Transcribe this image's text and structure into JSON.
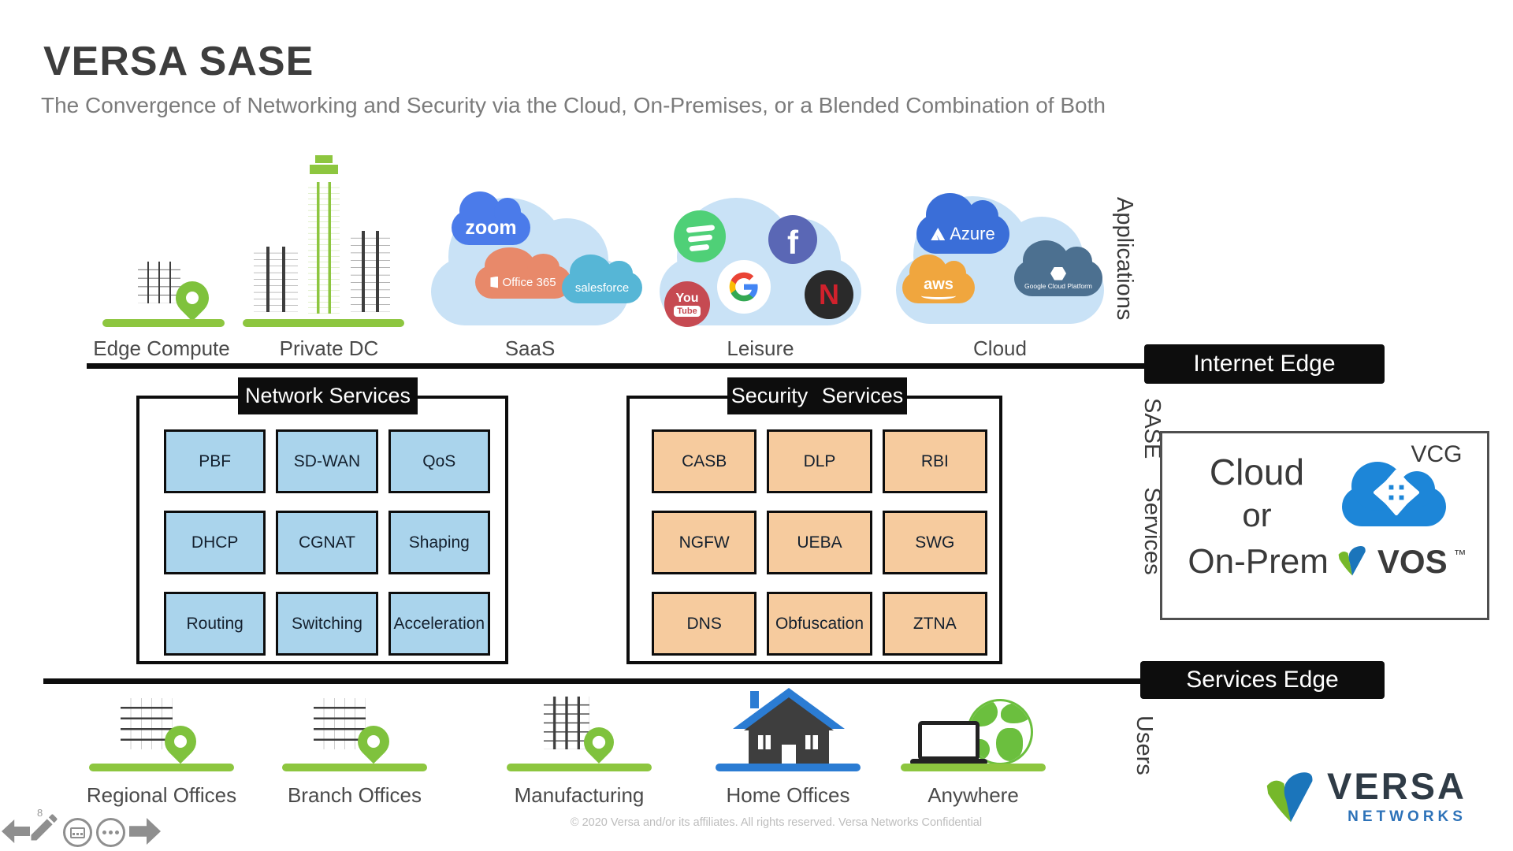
{
  "slide": {
    "title": "VERSA SASE",
    "subtitle": "The Convergence of Networking and Security via the Cloud, On-Premises, or a Blended Combination of Both",
    "footer": "© 2020  Versa and/or its affiliates. All rights reserved. Versa Networks Confidential",
    "page_number": "8"
  },
  "axes": {
    "applications": "Applications",
    "sase_services": "SASE Services",
    "users": "Users"
  },
  "edges": {
    "internet": "Internet Edge",
    "services": "Services Edge"
  },
  "applications": {
    "items": [
      {
        "label": "Edge Compute",
        "icon": "office-building-with-pin"
      },
      {
        "label": "Private DC",
        "icon": "datacenter-buildings"
      },
      {
        "label": "SaaS",
        "icon": "cloud",
        "logos": {
          "zoom": "zoom",
          "office365": "Office 365",
          "salesforce": "salesforce"
        }
      },
      {
        "label": "Leisure",
        "icon": "cloud",
        "logo_icons": [
          "spotify",
          "youtube",
          "google",
          "facebook",
          "netflix"
        ],
        "logos": {
          "youtube_top": "You",
          "youtube_bottom": "Tube",
          "facebook": "f",
          "netflix": "N"
        }
      },
      {
        "label": "Cloud",
        "icon": "cloud",
        "logos": {
          "azure": "Azure",
          "aws": "aws",
          "gcp": "Google Cloud Platform"
        }
      }
    ]
  },
  "network_services": {
    "title": "Network Services",
    "items": [
      "PBF",
      "SD-WAN",
      "QoS",
      "DHCP",
      "CGNAT",
      "Shaping",
      "Routing",
      "Switching",
      "Acceleration"
    ]
  },
  "security_services": {
    "title": "Security Services",
    "items": [
      "CASB",
      "DLP",
      "RBI",
      "NGFW",
      "UEBA",
      "SWG",
      "DNS",
      "Obfuscation",
      "ZTNA"
    ]
  },
  "deployment": {
    "line1": "Cloud",
    "line2": "or",
    "line3": "On-Prem",
    "vcg_label": "VCG",
    "vos_label": "VOS",
    "vos_tm": "™"
  },
  "users": {
    "items": [
      "Regional Offices",
      "Branch Offices",
      "Manufacturing",
      "Home Offices",
      "Anywhere"
    ]
  },
  "branding": {
    "versa": "VERSA",
    "networks": "NETWORKS"
  },
  "colors": {
    "versa_green": "#8dc63f",
    "edge_bar": "#0d0d0d",
    "network_box_fill": "#aad4ec",
    "security_box_fill": "#f6cb9e",
    "app_cloud_fill": "#c9e2f6",
    "vcg_blue": "#1d86d8",
    "home_office_blue": "#2b7cd3"
  }
}
